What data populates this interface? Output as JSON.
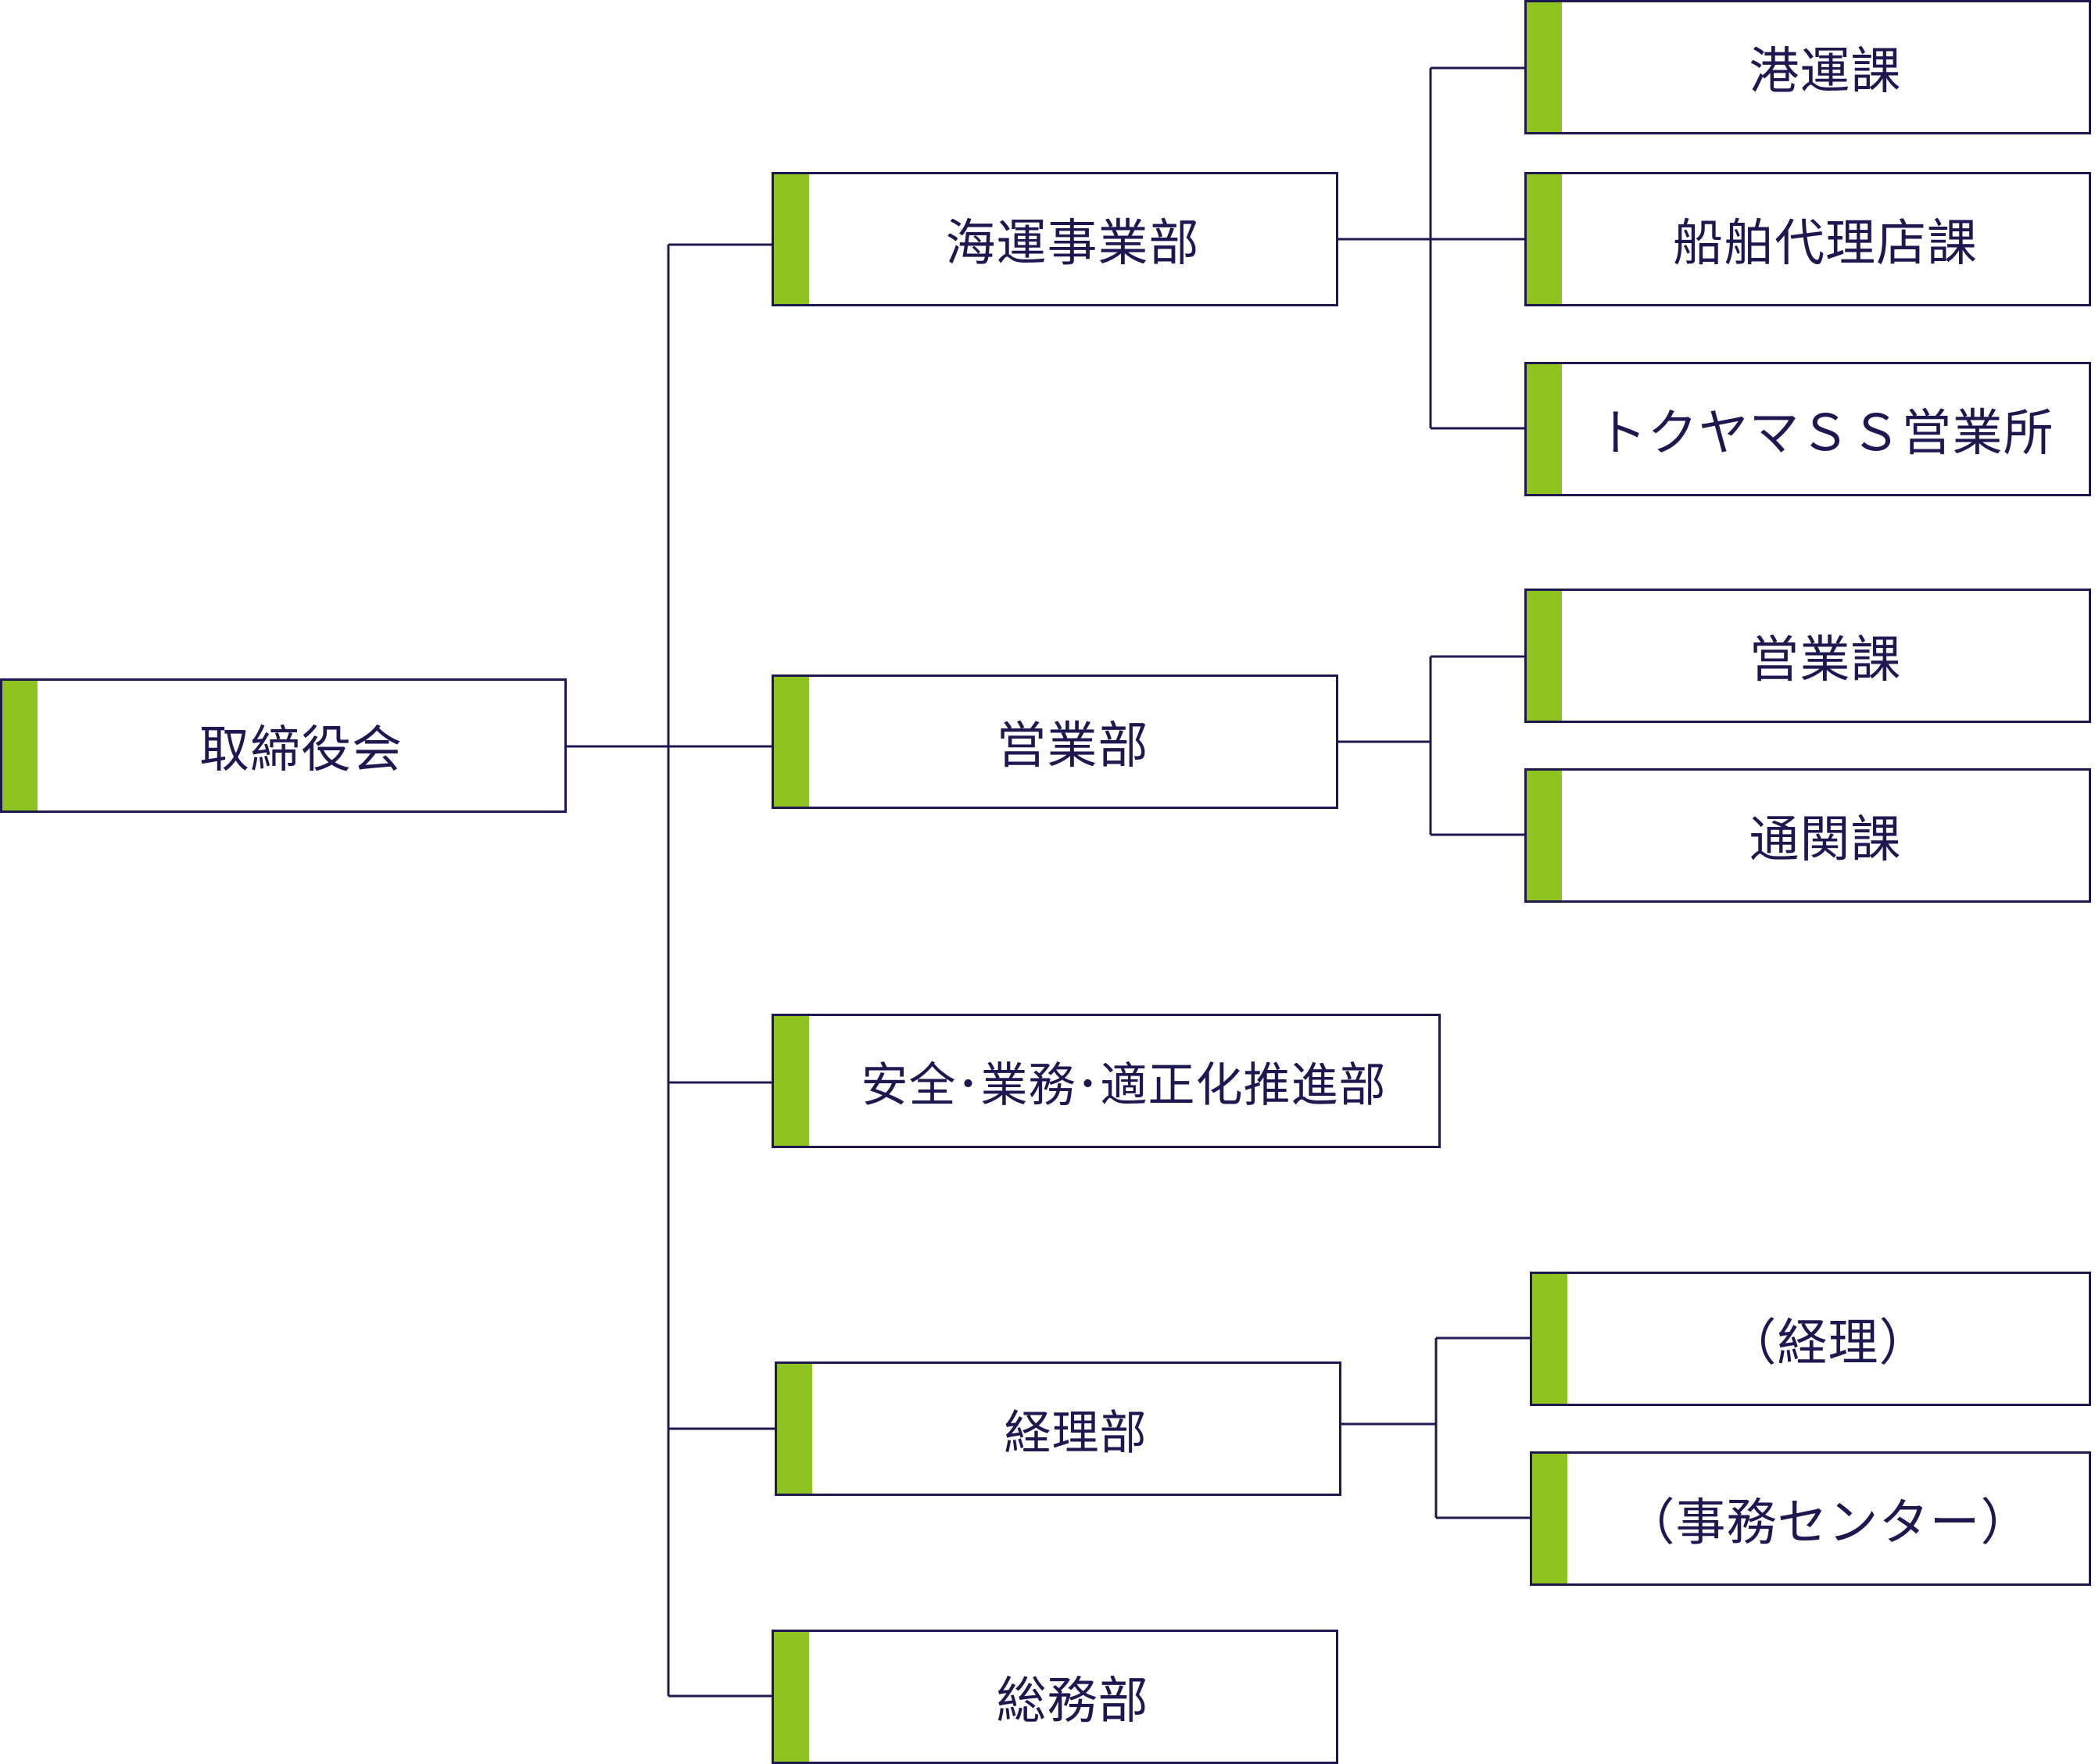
{
  "colors": {
    "line": "#1e1850",
    "accent": "#8fc31f",
    "text": "#1e1850",
    "background": "#ffffff"
  },
  "org": {
    "board": "取締役会",
    "departments": {
      "kaiun": "海運事業部",
      "eigyo": "営業部",
      "anzen": "安全･業務･適正化推進部",
      "keiri": "経理部",
      "somu": "総務部"
    },
    "sections": {
      "kowun": "港運課",
      "senpaku": "船舶代理店課",
      "tokuyama": "トクヤマＳＳ営業所",
      "eigyoka": "営業課",
      "tsukan": "通関課",
      "keiri_sub": "（経理）",
      "jimu": "（事務センター）"
    }
  }
}
